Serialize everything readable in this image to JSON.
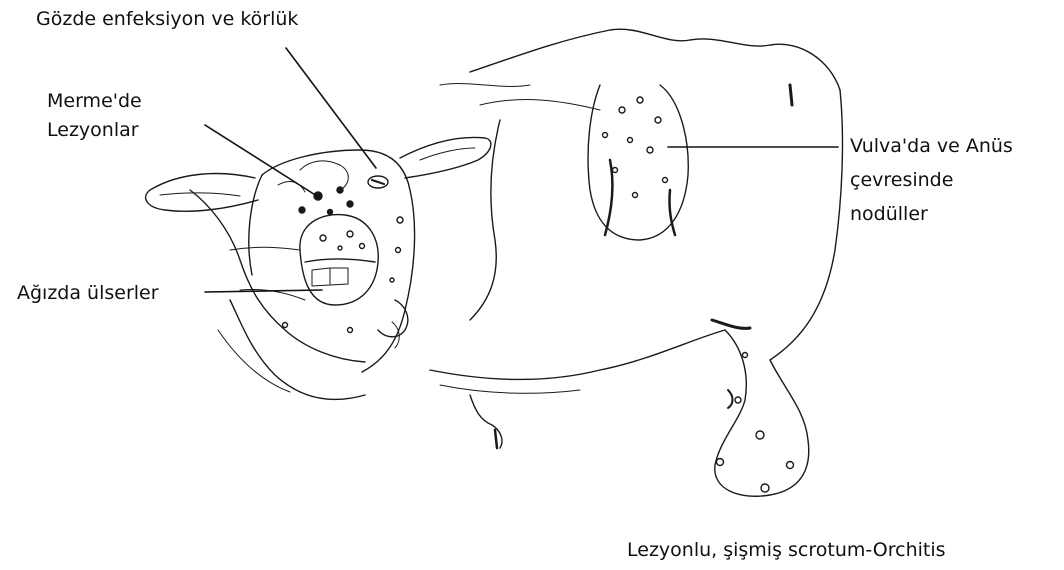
{
  "labels": {
    "eye": "Gözde enfeksiyon ve körlük",
    "udder": [
      "Merme'de",
      "Lezyonlar"
    ],
    "mouth": "Ağızda ülserler",
    "vulva": [
      "Vulva'da ve Anüs",
      "çevresinde",
      "nodüller"
    ],
    "scrotum": "Lezyonlu, şişmiş scrotum-Orchitis"
  },
  "colors": {
    "ink": "#111111",
    "background": "#ffffff"
  }
}
